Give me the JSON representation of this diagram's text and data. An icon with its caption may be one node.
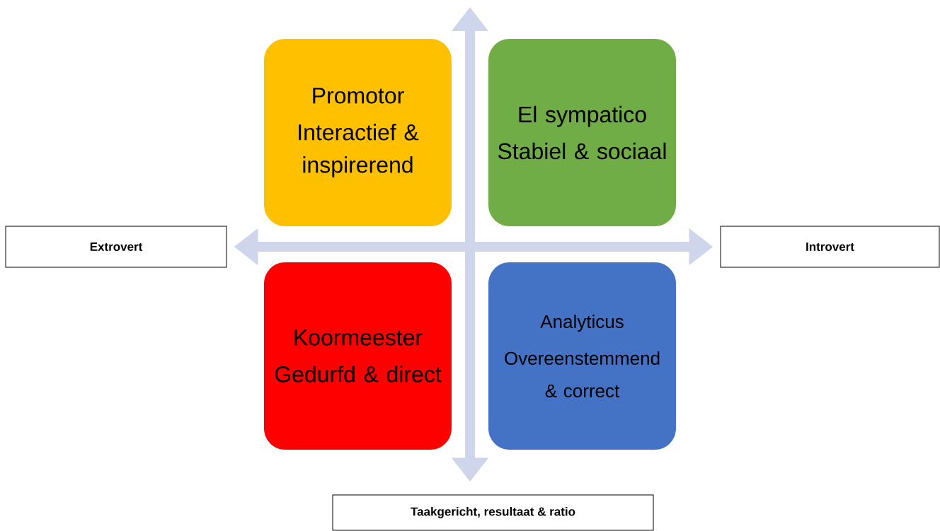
{
  "diagram": {
    "nodes": [
      {
        "text": [
          "Promotor",
          "Interactief & inspirerend"
        ]
      },
      {
        "text": [
          "El sympatico",
          "Stabiel & sociaal"
        ]
      },
      {
        "text": [
          "Extrovert"
        ]
      },
      {
        "text": [
          "Introvert"
        ]
      },
      {
        "text": [
          "Koormeester",
          "Gedurfd & direct"
        ]
      },
      {
        "text": [
          "Analyticus",
          "Overeenstemmend & correct"
        ]
      },
      {
        "text": [
          "Taakgericht, resultaat & ratio"
        ]
      }
    ],
    "edges": [
      {
        "from": 2,
        "to": 3,
        "arrow": "both"
      },
      {
        "from": null,
        "to": 6,
        "arrow": "both"
      }
    ]
  }
}
